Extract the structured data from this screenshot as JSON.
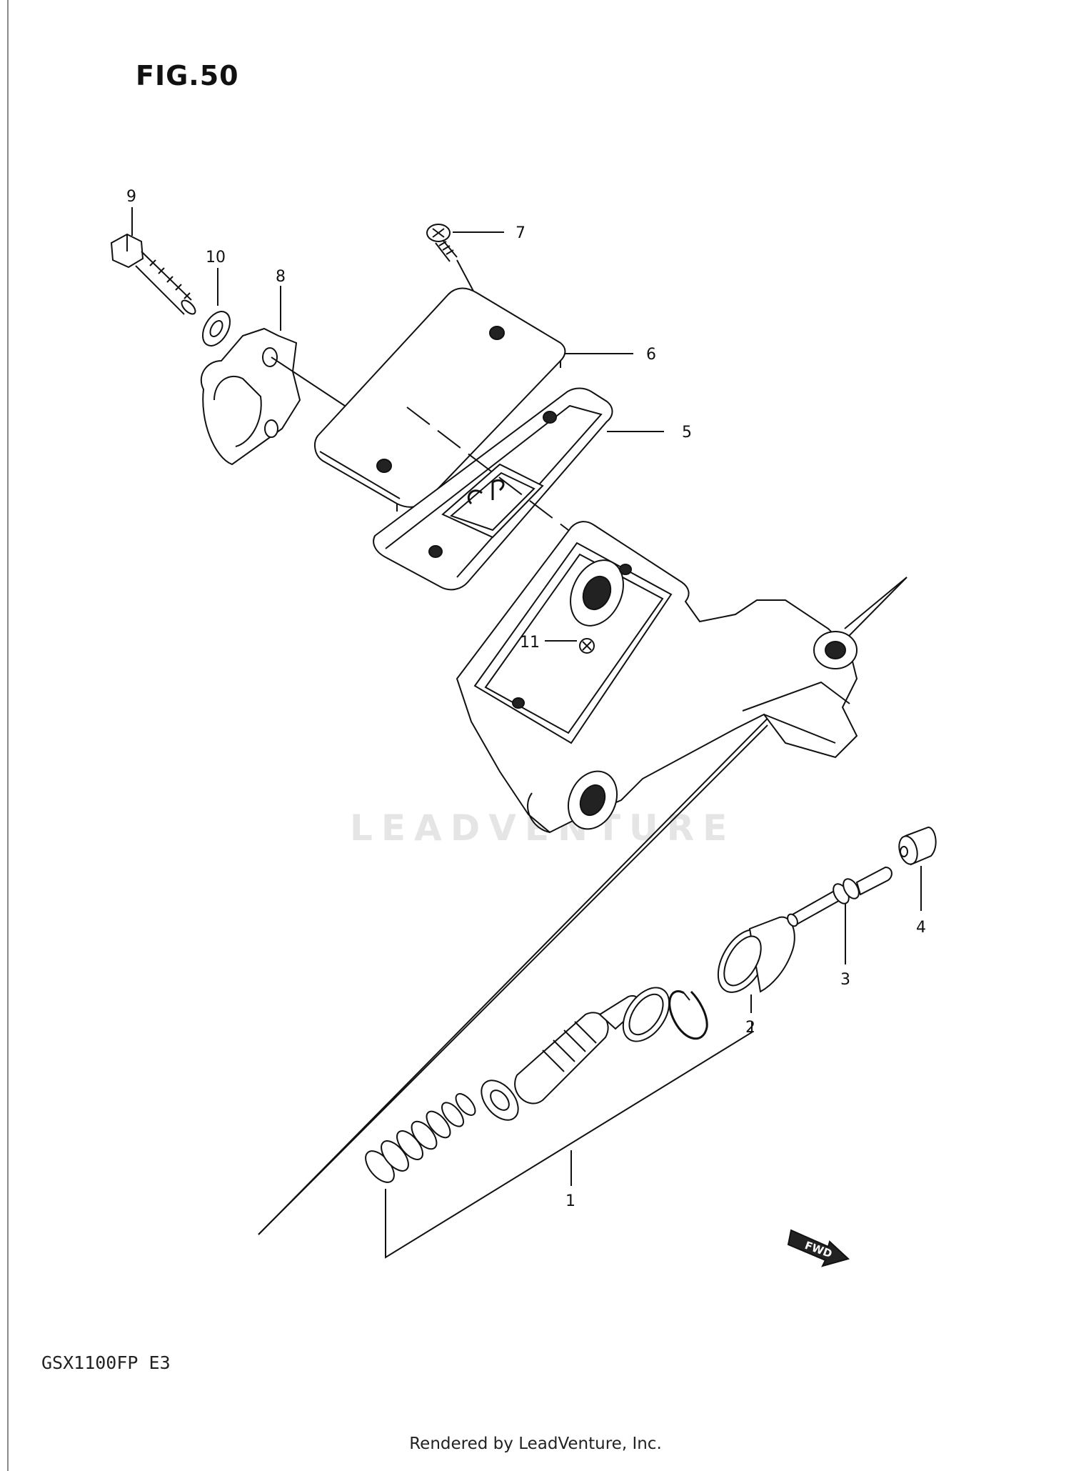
{
  "figure": {
    "title": "FIG.50",
    "model": "GSX1100FP  E3",
    "watermark": "LEADVENTURE",
    "footer": "Rendered by LeadVenture, Inc.",
    "fwd_label": "FWD"
  },
  "callouts": [
    {
      "id": "callout-1",
      "label": "1"
    },
    {
      "id": "callout-2",
      "label": "2"
    },
    {
      "id": "callout-3",
      "label": "3"
    },
    {
      "id": "callout-4",
      "label": "4"
    },
    {
      "id": "callout-5",
      "label": "5"
    },
    {
      "id": "callout-6",
      "label": "6"
    },
    {
      "id": "callout-7",
      "label": "7"
    },
    {
      "id": "callout-8",
      "label": "8"
    },
    {
      "id": "callout-9",
      "label": "9"
    },
    {
      "id": "callout-10",
      "label": "10"
    },
    {
      "id": "callout-11",
      "label": "11"
    }
  ]
}
